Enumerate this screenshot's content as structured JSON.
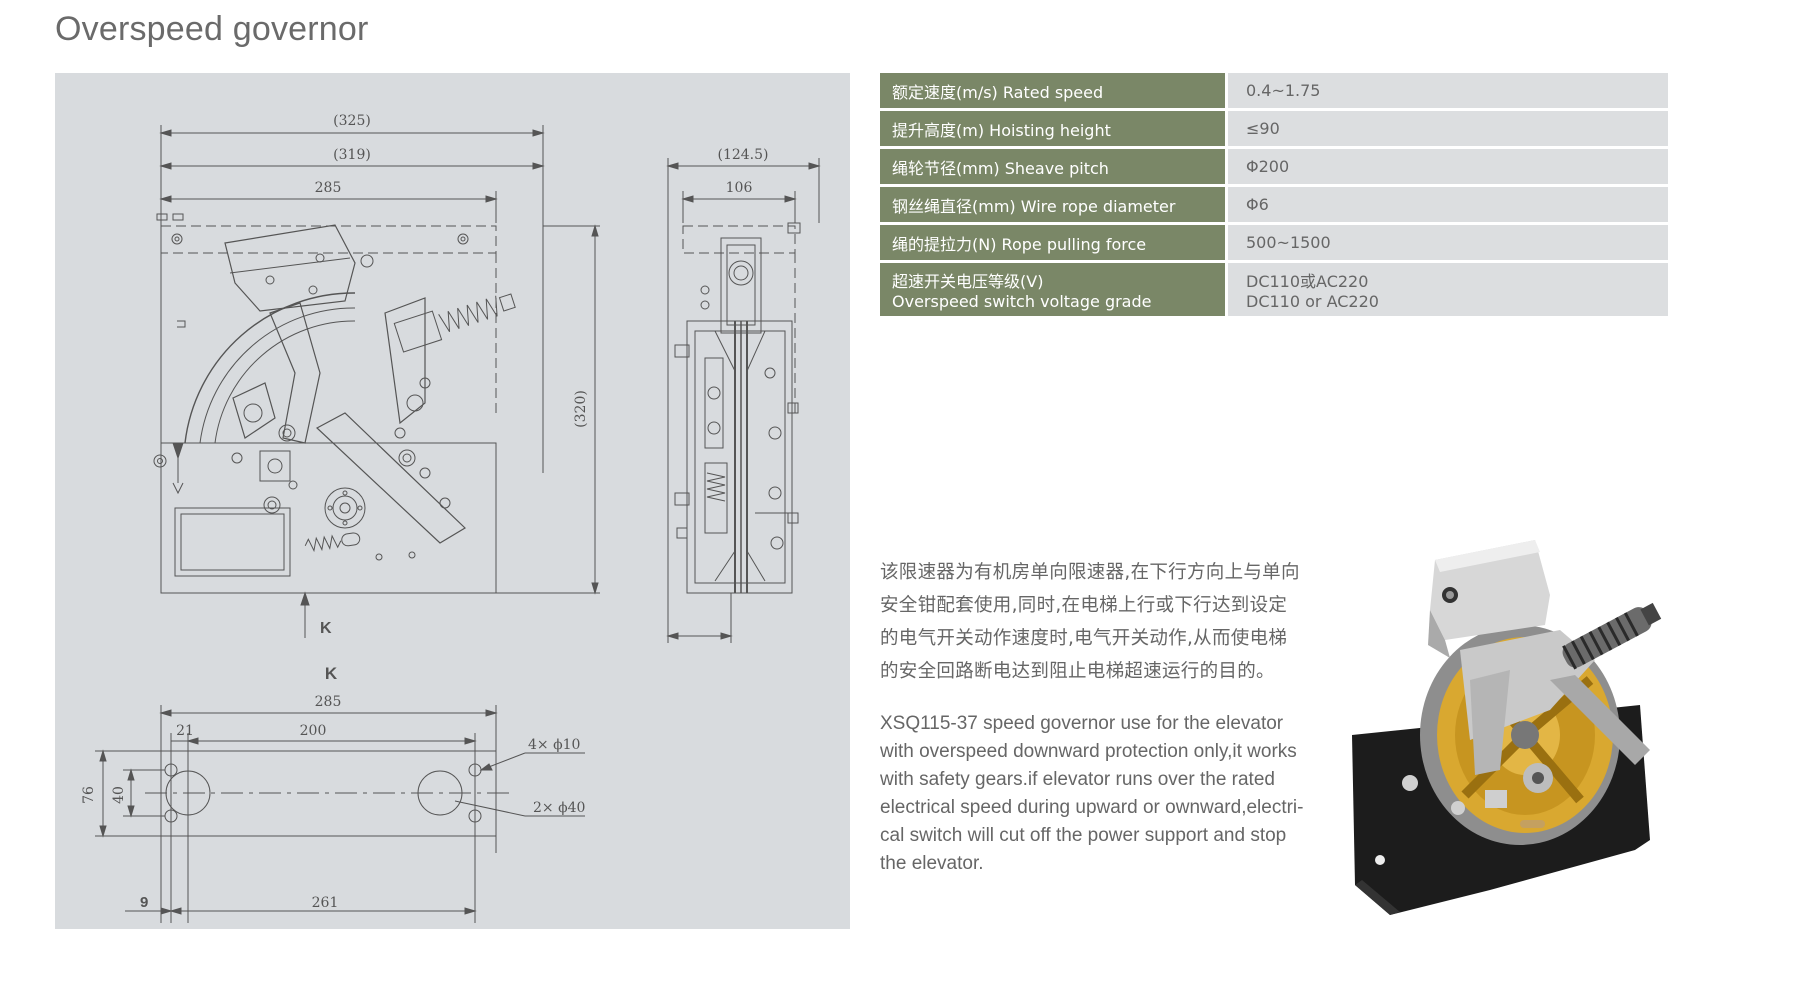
{
  "page": {
    "title": "Overspeed governor"
  },
  "specs": [
    {
      "label": "额定速度(m/s)  Rated speed",
      "value": "0.4~1.75"
    },
    {
      "label": "提升高度(m)  Hoisting height",
      "value": "≤90"
    },
    {
      "label": "绳轮节径(mm)  Sheave pitch",
      "value": "Φ200"
    },
    {
      "label": "钢丝绳直径(mm)  Wire rope diameter",
      "value": "Φ6"
    },
    {
      "label": "绳的提拉力(N)  Rope pulling force",
      "value": "500~1500"
    },
    {
      "label": "超速开关电压等级(V)",
      "label2": "Overspeed switch voltage grade",
      "value": "DC110或AC220",
      "value2": "DC110 or AC220"
    }
  ],
  "description_cn": [
    "该限速器为有机房单向限速器,在下行方向上与单向",
    "安全钳配套使用,同时,在电梯上行或下行达到设定",
    "的电气开关动作速度时,电气开关动作,从而使电梯",
    "的安全回路断电达到阻止电梯超速运行的目的。"
  ],
  "description_en": [
    "XSQ115-37 speed governor use for the elevator",
    "with overspeed downward protection only,it works",
    "with safety gears.if elevator runs over the rated",
    "electrical speed during upward or ownward,electri-",
    "cal switch will cut off the power support and stop",
    "the elevator."
  ],
  "drawing": {
    "front": {
      "dim_325": "(325)",
      "dim_319": "(319)",
      "dim_285": "285",
      "dim_320": "(320)",
      "arrow_k": "K"
    },
    "side": {
      "dim_124_5": "(124.5)",
      "dim_106": "106"
    },
    "base": {
      "view_label": "K",
      "dim_285": "285",
      "dim_21": "21",
      "dim_200": "200",
      "dim_76": "76",
      "dim_40": "40",
      "dim_9": "9",
      "dim_261": "261",
      "holes_small": "4× ϕ10",
      "holes_large": "2× ϕ40"
    }
  },
  "colors": {
    "label_bg": "#7a8767",
    "value_bg": "#dcdee0",
    "panel_bg": "#d8dbde"
  }
}
